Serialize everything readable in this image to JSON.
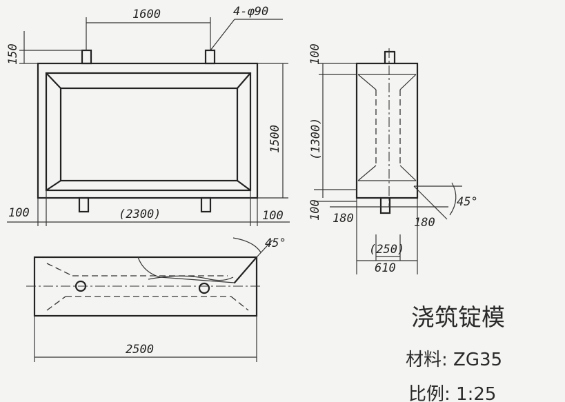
{
  "drawing": {
    "front_view": {
      "dim_top_width": "1600",
      "dim_holes": "4-φ90",
      "dim_top_left": "150",
      "dim_height_right": "1500",
      "dim_bottom_left": "100",
      "dim_bottom_mid": "(2300)",
      "dim_bottom_right": "100"
    },
    "side_view": {
      "dim_top": "100",
      "dim_middle": "(1300)",
      "dim_bottom": "100",
      "dim_left": "180",
      "dim_right": "180",
      "angle": "45°",
      "dim_inner_width": "(250)",
      "dim_outer_width": "610"
    },
    "plan_view": {
      "angle": "45°",
      "dim_length": "2500"
    },
    "title_block": {
      "title": "浇筑锭模",
      "material": "材料: ZG35",
      "scale": "比例: 1:25"
    }
  }
}
